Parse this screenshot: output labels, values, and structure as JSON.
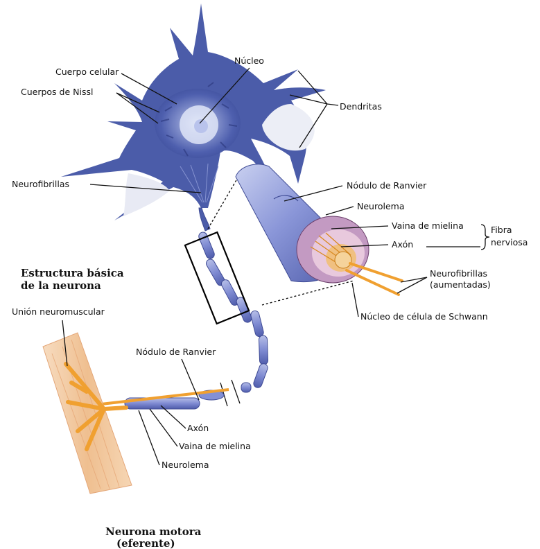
{
  "figure": {
    "title_main": [
      "Estructura básica",
      "de la neurona"
    ],
    "title_motor": [
      "Neurona motora",
      "(eferente)"
    ]
  },
  "labels": {
    "nucleo": "Núcleo",
    "cuerpo_celular": "Cuerpo celular",
    "cuerpos_nissl": "Cuerpos de Nissl",
    "dendritas": "Dendritas",
    "neurofibrillas": "Neurofibrillas",
    "nodulo_ranvier_top": "Nódulo de Ranvier",
    "neurolema_top": "Neurolema",
    "vaina_mielina_top": "Vaina de mielina",
    "axon_top": "Axón",
    "fibra_nerviosa": [
      "Fibra",
      "nerviosa"
    ],
    "neurofibrillas_aumentadas": [
      "Neurofibrillas",
      "(aumentadas)"
    ],
    "nucleo_schwann": "Núcleo de célula de Schwann",
    "union_neuromuscular": "Unión neuromuscular",
    "nodulo_ranvier_bottom": "Nódulo de Ranvier",
    "axon_bottom": "Axón",
    "vaina_mielina_bottom": "Vaina de mielina",
    "neurolema_bottom": "Neurolema"
  },
  "colors": {
    "soma": "#4a5ba8",
    "myelin": "#7d88d0",
    "axon_orange": "#f0a030",
    "muscle": "#f2c9a0",
    "cut_face": "#b07fa8"
  }
}
